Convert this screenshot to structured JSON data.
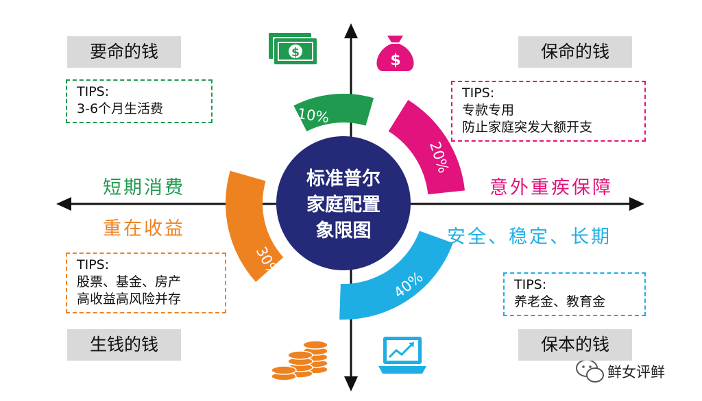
{
  "center": {
    "lines": [
      "标准普尔",
      "家庭配置",
      "象限图"
    ],
    "color": "#242a78"
  },
  "quadrants": {
    "top_left": {
      "title": "要命的钱",
      "tips": [
        "TIPS:",
        "3-6个月生活费"
      ],
      "percent": "10%",
      "color": "#1f9a4f",
      "icon": "cash-bills-icon",
      "side_label": "短期消费"
    },
    "top_right": {
      "title": "保命的钱",
      "tips": [
        "TIPS:",
        "专款专用",
        "防止家庭突发大额开支"
      ],
      "percent": "20%",
      "color": "#e2137c",
      "icon": "money-bag-icon",
      "side_label": "意外重疾保障"
    },
    "bottom_left": {
      "title": "生钱的钱",
      "tips": [
        "TIPS:",
        "股票、基金、房产",
        "高收益高风险并存"
      ],
      "percent": "30%",
      "color": "#ef8220",
      "icon": "coin-stacks-icon",
      "side_label": "重在收益"
    },
    "bottom_right": {
      "title": "保本的钱",
      "tips": [
        "TIPS:",
        "养老金、教育金"
      ],
      "percent": "40%",
      "color": "#1eaee4",
      "icon": "laptop-chart-icon",
      "side_label": "安全、稳定、长期"
    }
  },
  "watermark": {
    "text": "鲜女评鲜",
    "icon": "wechat-icon"
  }
}
